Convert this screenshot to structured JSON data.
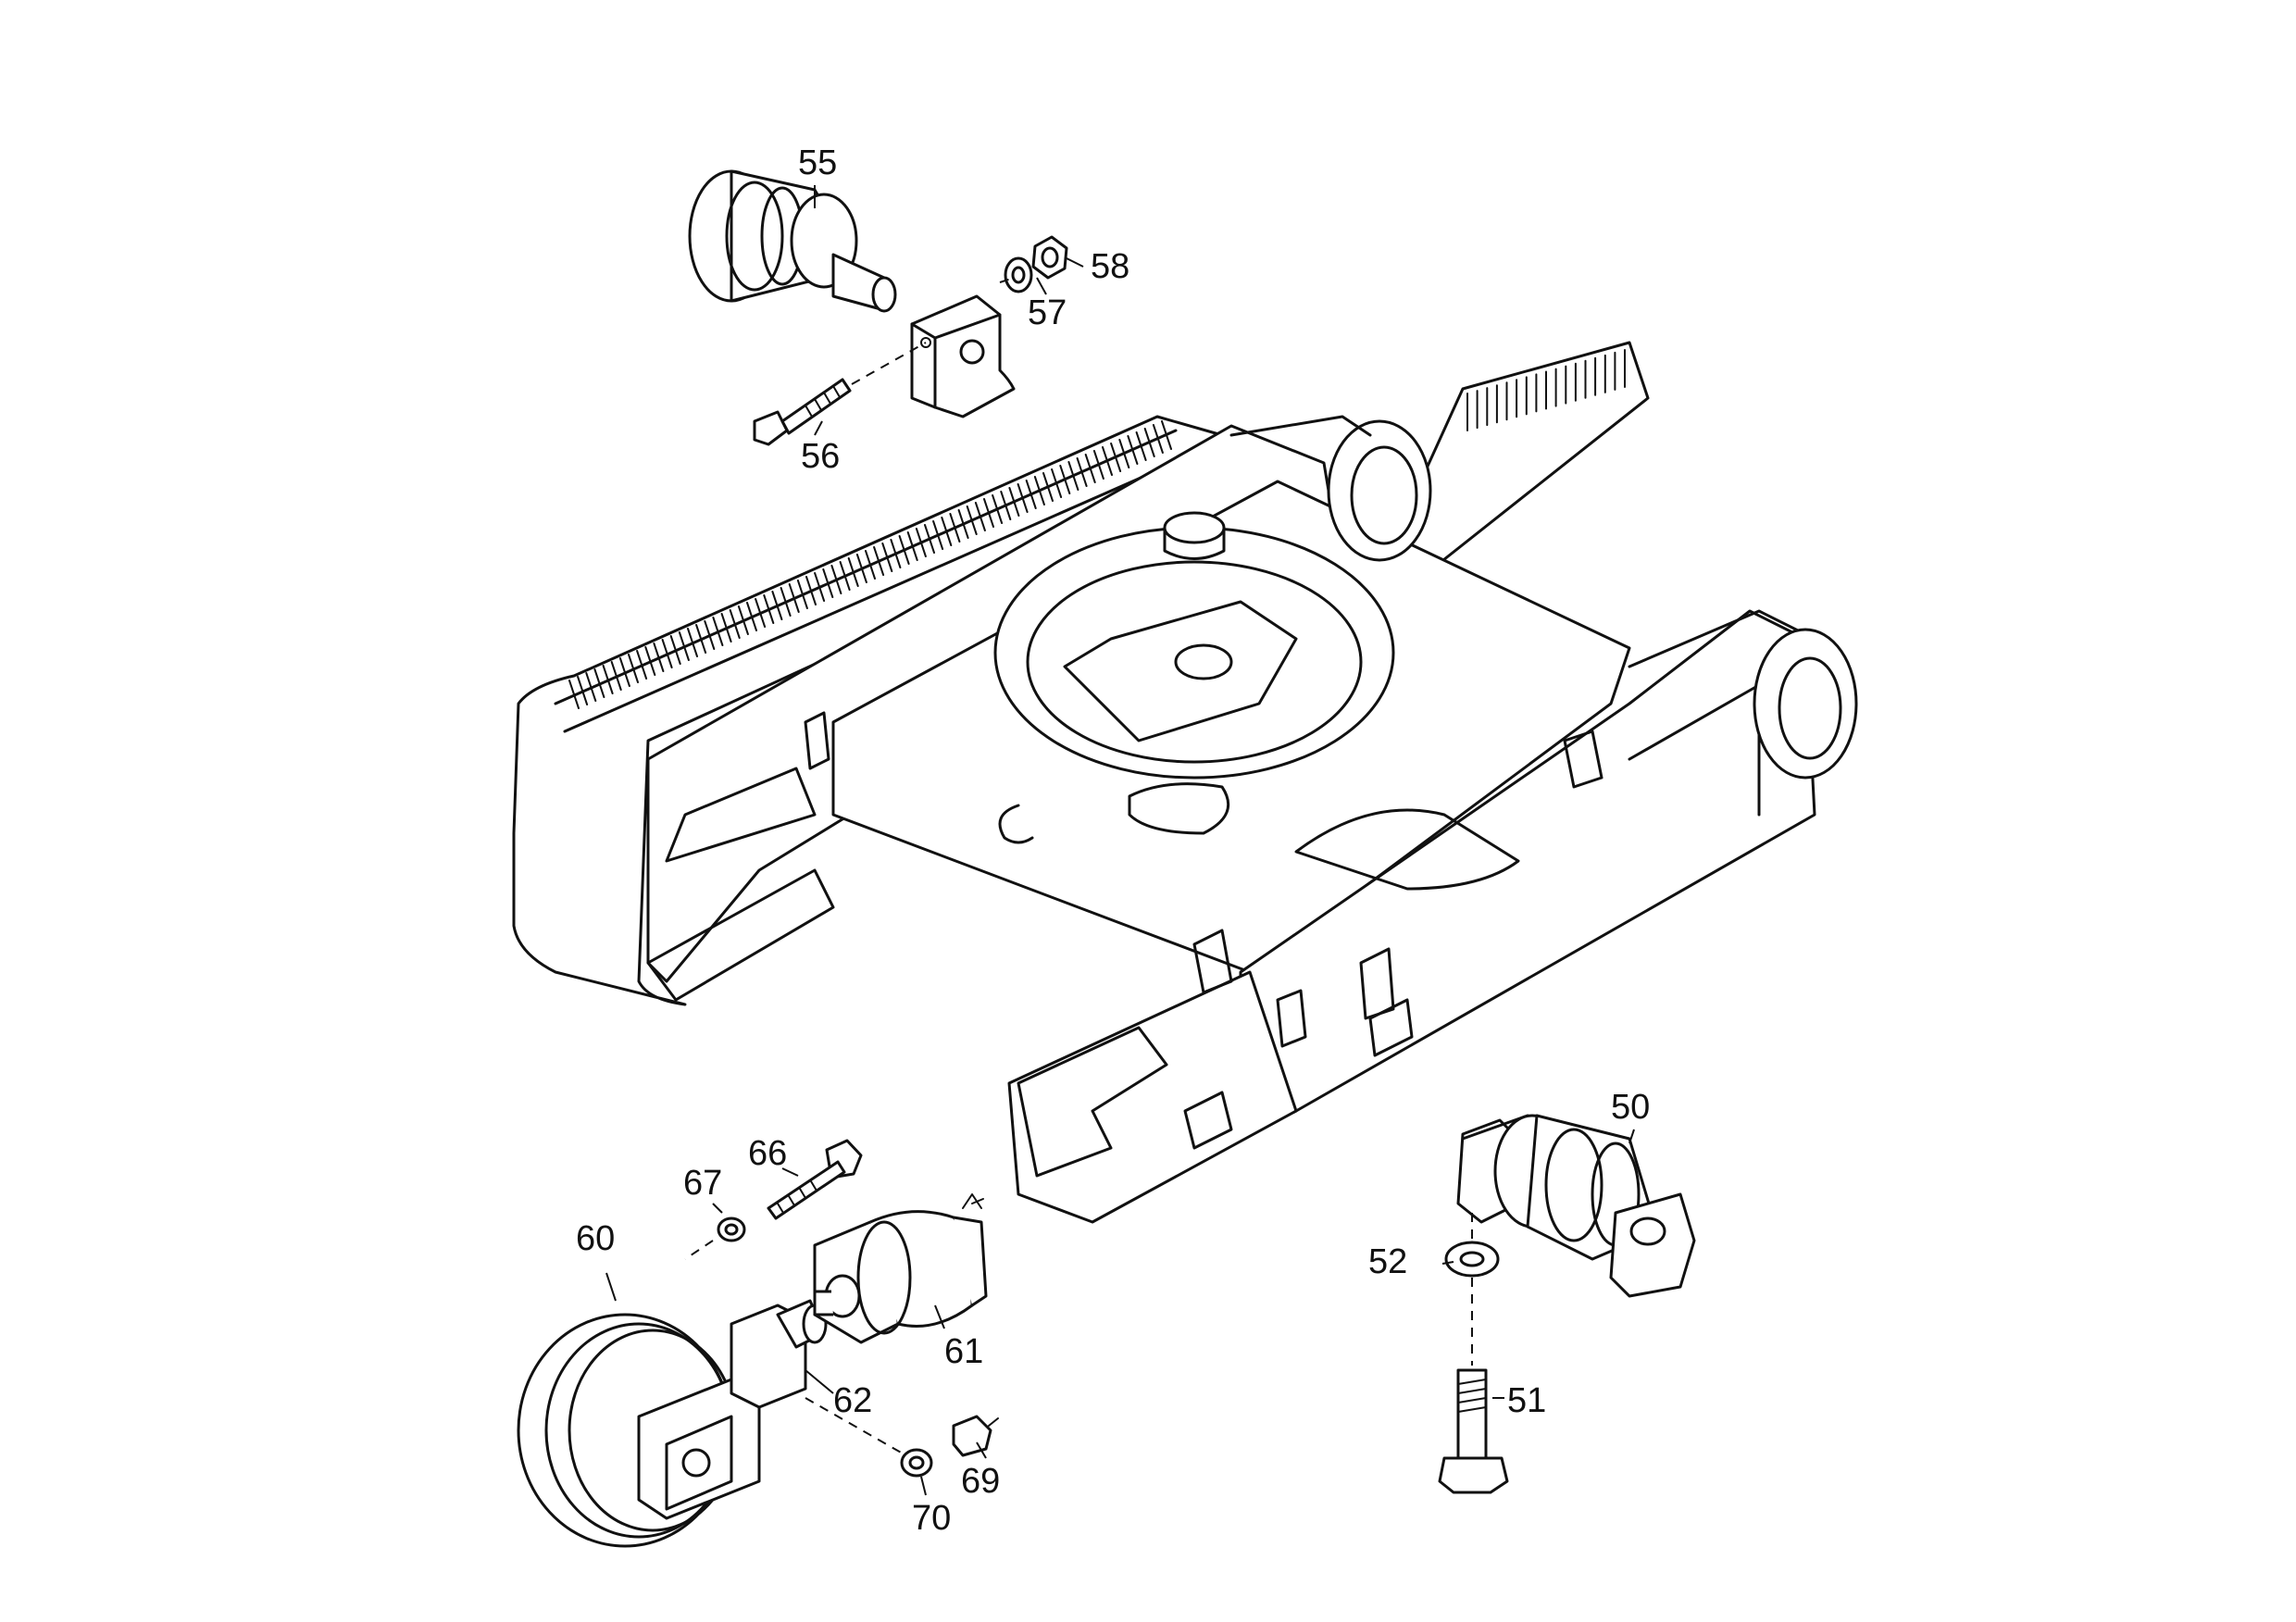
{
  "callouts": {
    "p50": "50",
    "p51": "51",
    "p52": "52",
    "p55": "55",
    "p56": "56",
    "p57": "57",
    "p58": "58",
    "p60": "60",
    "p61": "61",
    "p62": "62",
    "p66": "66",
    "p67": "67",
    "p69": "69",
    "p70": "70"
  },
  "colors": {
    "ink": "#111111",
    "paper": "#ffffff"
  }
}
